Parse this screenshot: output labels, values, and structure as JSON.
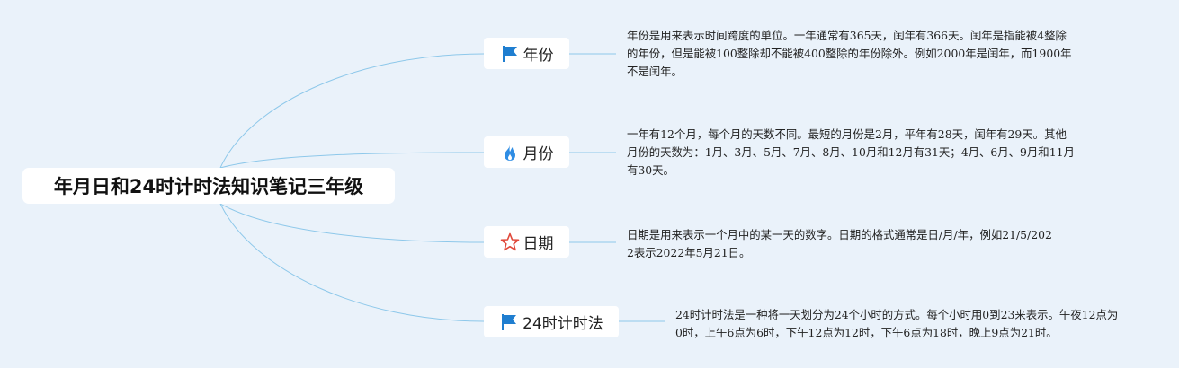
{
  "root": {
    "title": "年月日和24时计时法知识笔记三年级"
  },
  "branches": [
    {
      "label": "年份",
      "icon": "flag-icon",
      "note": "年份是用来表示时间跨度的单位。一年通常有365天，闰年有366天。闰年是指能被4整除的年份，但是能被100整除却不能被400整除的年份除外。例如2000年是闰年，而1900年不是闰年。"
    },
    {
      "label": "月份",
      "icon": "flame-icon",
      "note": "一年有12个月，每个月的天数不同。最短的月份是2月，平年有28天，闰年有29天。其他月份的天数为：1月、3月、5月、7月、8月、10月和12月有31天；4月、6月、9月和11月有30天。"
    },
    {
      "label": "日期",
      "icon": "star-icon",
      "note": "日期是用来表示一个月中的某一天的数字。日期的格式通常是日/月/年，例如21/5/2022表示2022年5月21日。"
    },
    {
      "label": "24时计时法",
      "icon": "flag-icon",
      "note": "24时计时法是一种将一天划分为24个小时的方式。每个小时用0到23来表示。午夜12点为0时，上午6点为6时，下午12点为12时，下午6点为18时，晚上9点为21时。"
    }
  ],
  "colors": {
    "background": "#eaf2fa",
    "connector": "#8ec8ea",
    "flag": "#1f7ed0",
    "flame": "#2f8de4",
    "star": "#e0483a"
  }
}
